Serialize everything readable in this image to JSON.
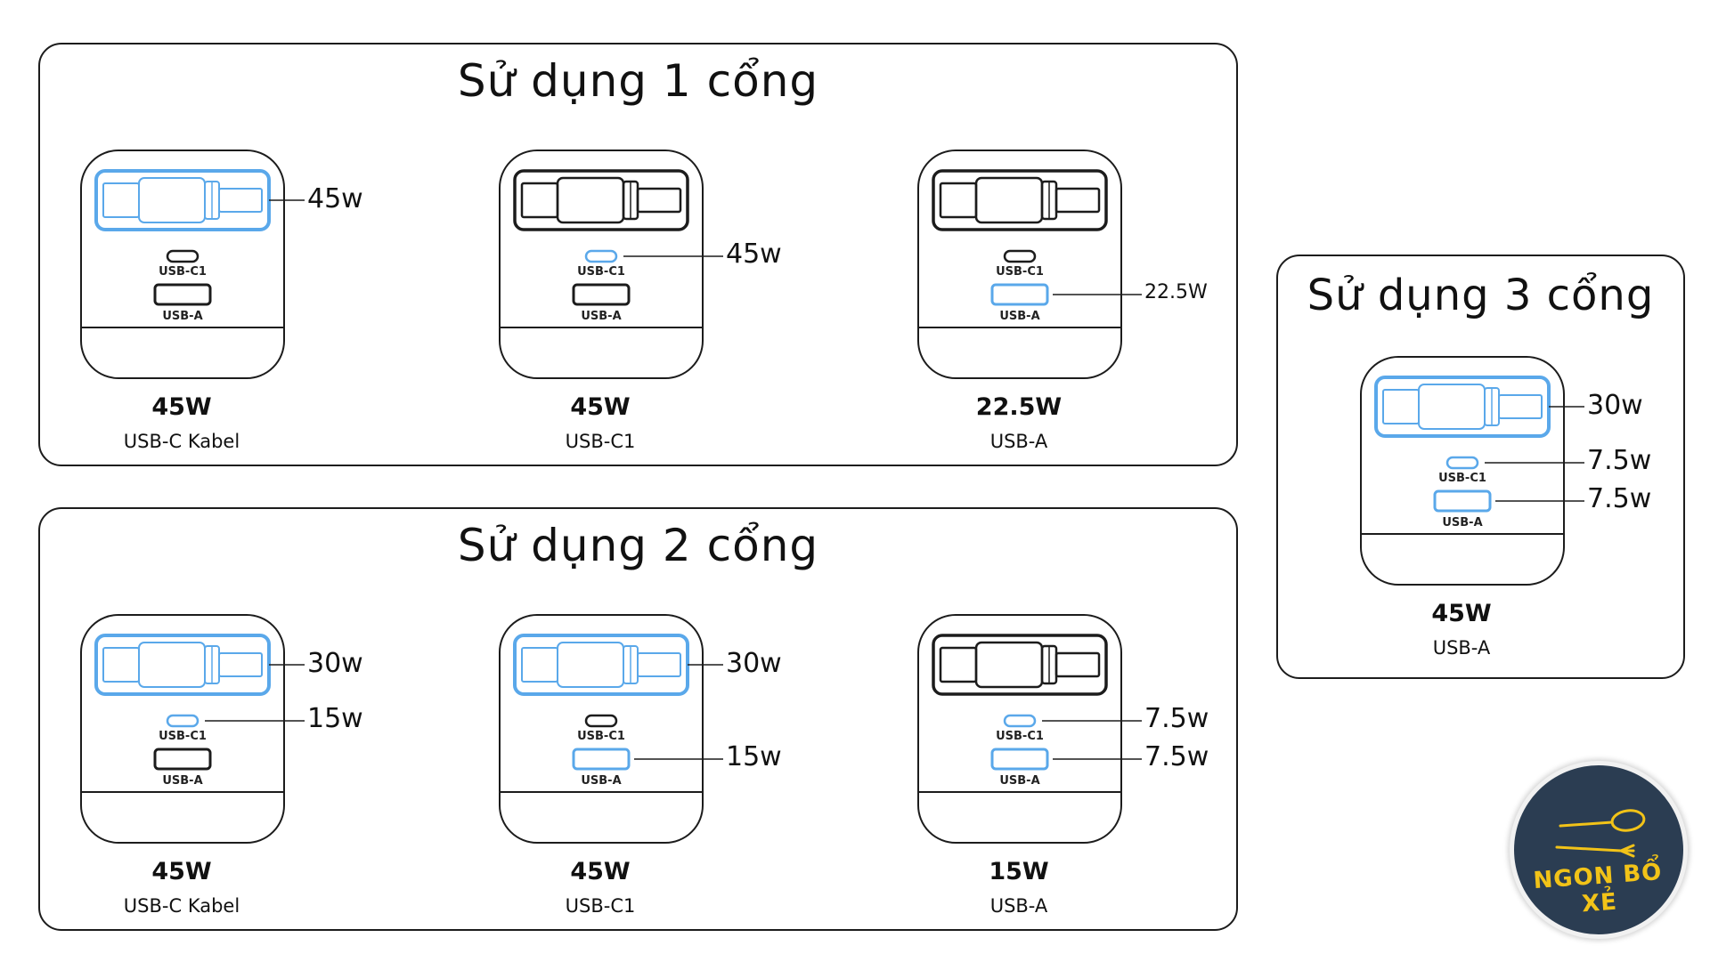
{
  "colors": {
    "highlight": "#5aa8ea",
    "outline": "#1c1c1c",
    "logo_bg": "#2b3d52",
    "logo_fg": "#f2c318"
  },
  "panels": [
    {
      "title": "Sử dụng 1 cổng",
      "devices": [
        {
          "cable": true,
          "c1": false,
          "a": false,
          "cable_label": "45w",
          "c1_label": "",
          "a_label": "",
          "total": "45W",
          "caption": "USB-C Kabel"
        },
        {
          "cable": false,
          "c1": true,
          "a": false,
          "cable_label": "",
          "c1_label": "45w",
          "a_label": "",
          "total": "45W",
          "caption": "USB-C1"
        },
        {
          "cable": false,
          "c1": false,
          "a": true,
          "cable_label": "",
          "c1_label": "",
          "a_label": "22.5W",
          "total": "22.5W",
          "caption": "USB-A"
        }
      ]
    },
    {
      "title": "Sử dụng 2 cổng",
      "devices": [
        {
          "cable": true,
          "c1": true,
          "a": false,
          "cable_label": "30w",
          "c1_label": "15w",
          "a_label": "",
          "total": "45W",
          "caption": "USB-C Kabel"
        },
        {
          "cable": true,
          "c1": false,
          "a": true,
          "cable_label": "30w",
          "c1_label": "",
          "a_label": "15w",
          "total": "45W",
          "caption": "USB-C1"
        },
        {
          "cable": false,
          "c1": true,
          "a": true,
          "cable_label": "",
          "c1_label": "7.5w",
          "a_label": "7.5w",
          "total": "15W",
          "caption": "USB-A"
        }
      ]
    },
    {
      "title": "Sử dụng 3 cổng",
      "devices": [
        {
          "cable": true,
          "c1": true,
          "a": true,
          "cable_label": "30w",
          "c1_label": "7.5w",
          "a_label": "7.5w",
          "total": "45W",
          "caption": "USB-A"
        }
      ]
    }
  ],
  "port_names": {
    "c1": "USB-C1",
    "a": "USB-A"
  },
  "logo": {
    "text": "NGON BỔ XẺ",
    "icons": [
      "spoon-icon",
      "fork-icon"
    ]
  }
}
